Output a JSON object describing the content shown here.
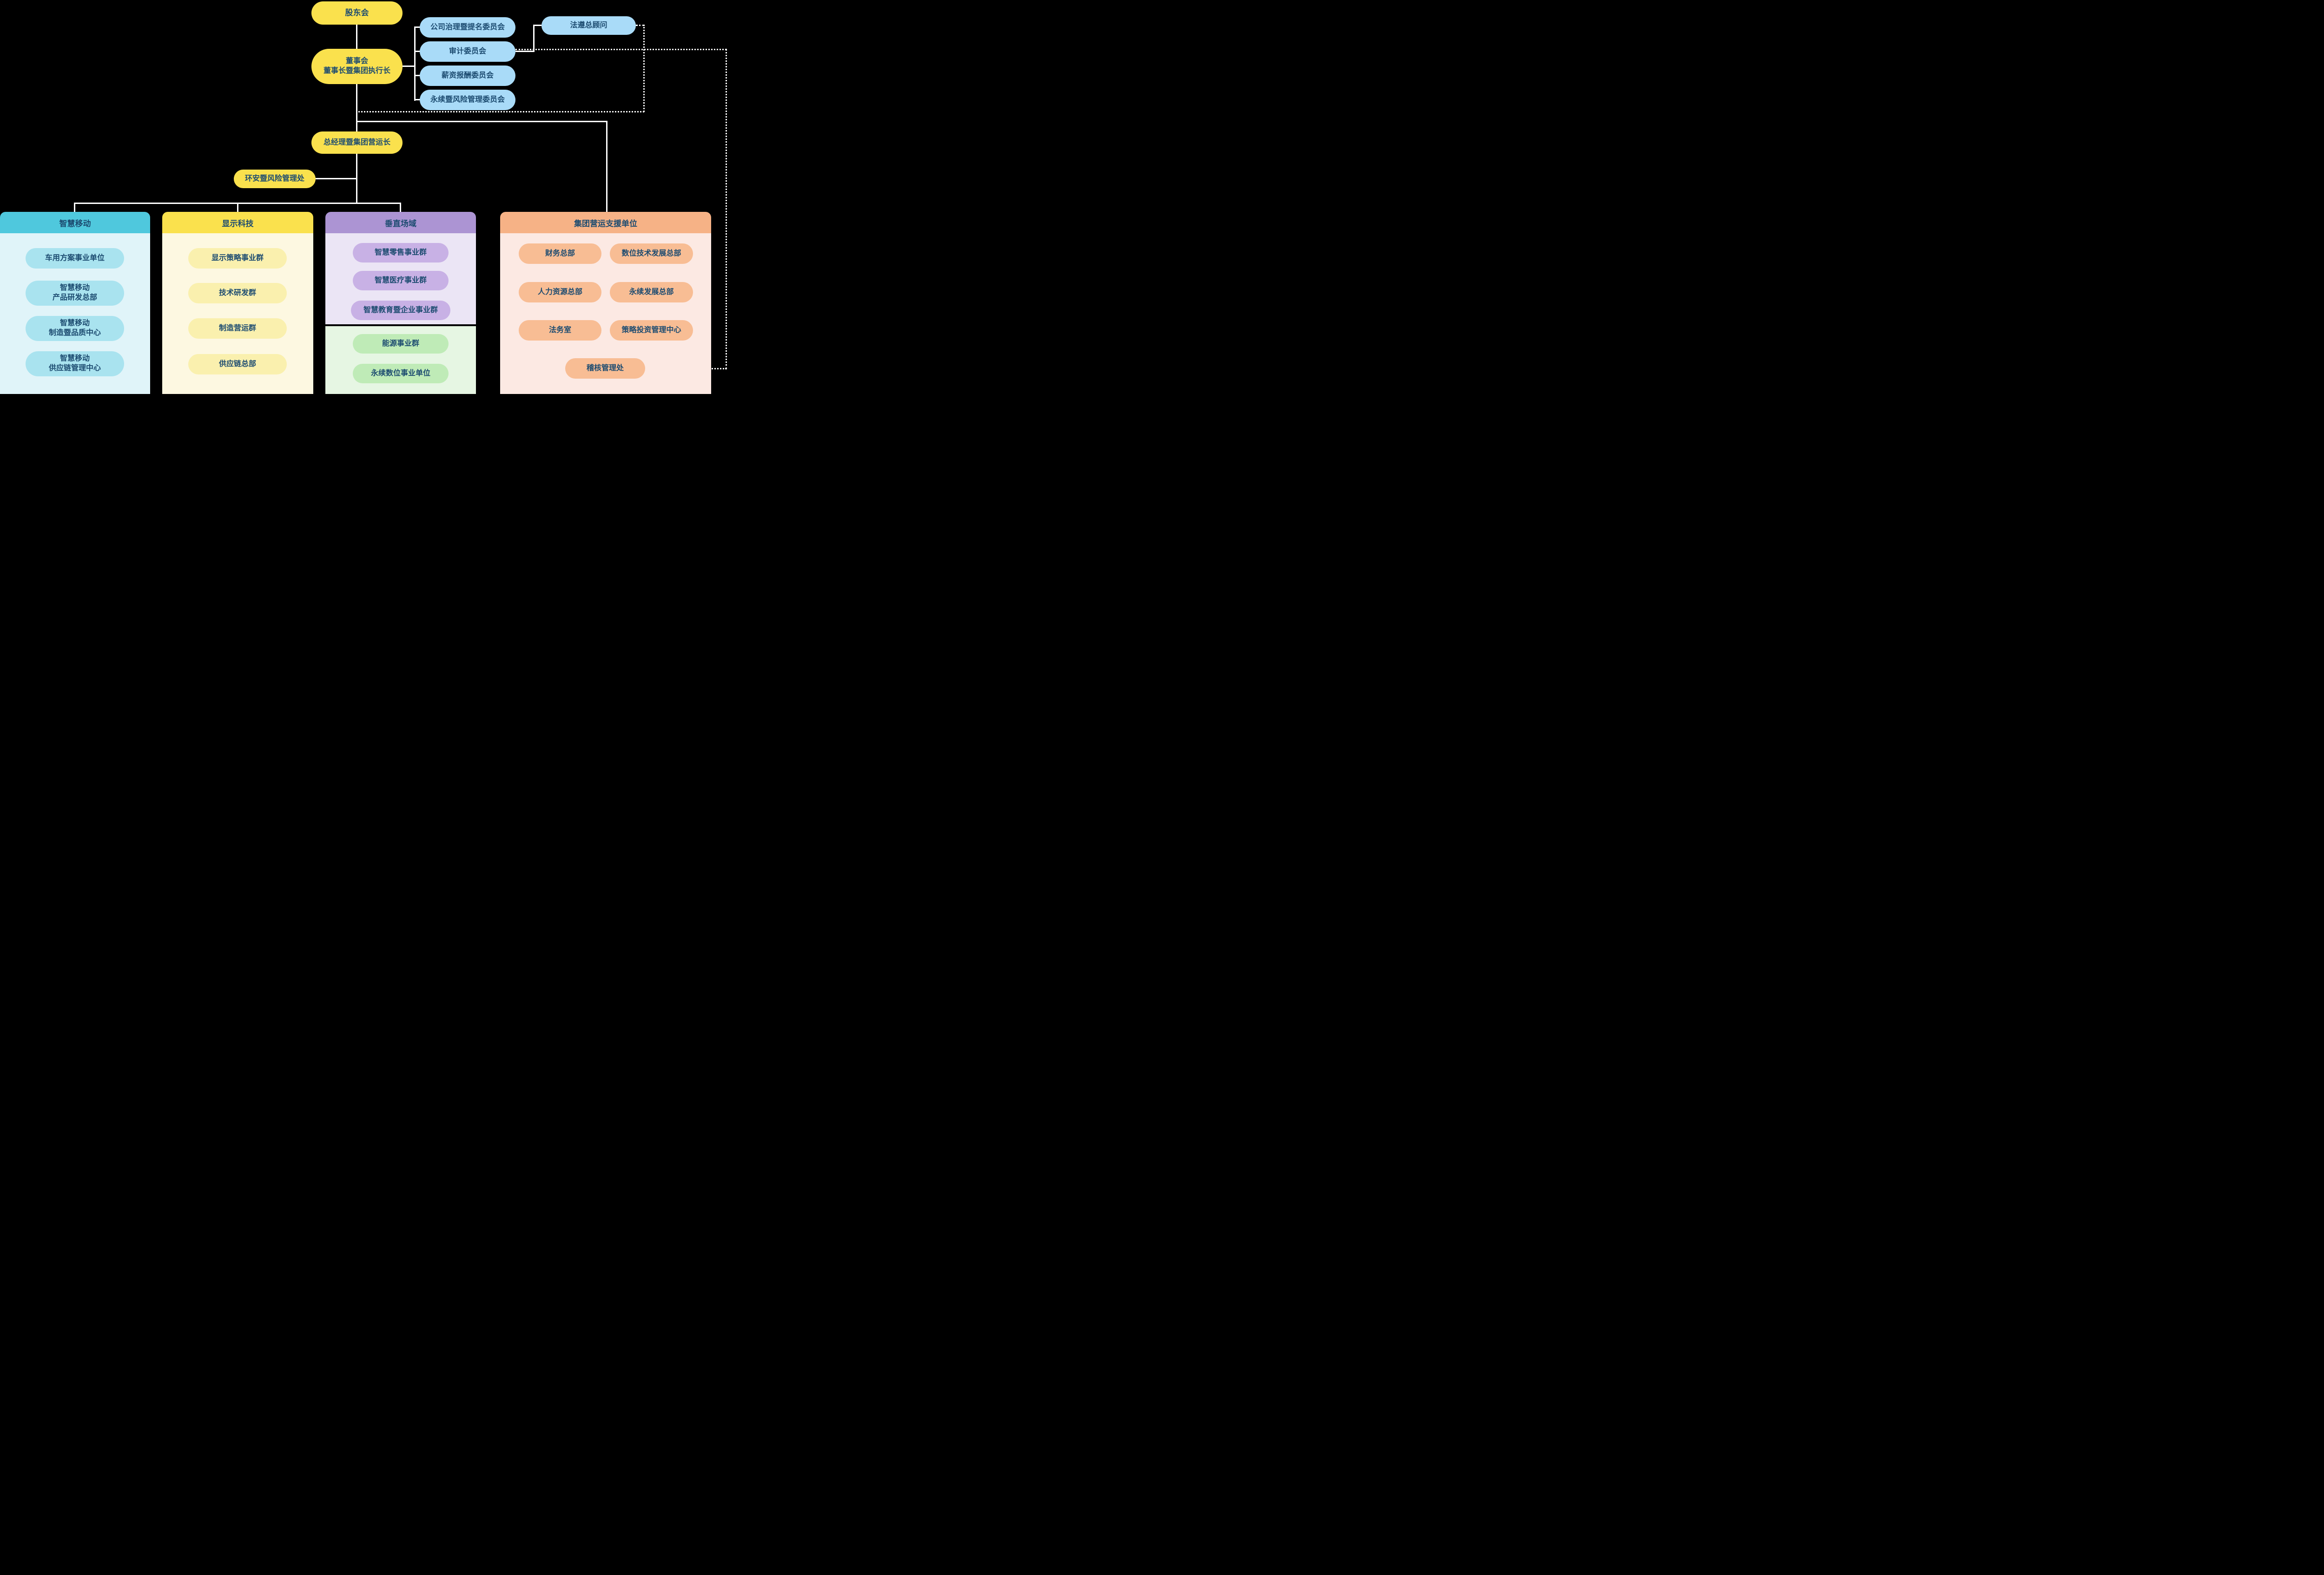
{
  "colors": {
    "background": "#000000",
    "executive_yellow": "#FAE14D",
    "committee_blue": "#A9DBF8",
    "mobility_teal": "#4FC8DD",
    "mobility_body": "#E0F4F9",
    "display_yellow": "#FAE14D",
    "display_body": "#FDF8E1",
    "vertical_purple": "#AC94D3",
    "vertical_body": "#EBE5F5",
    "energy_body": "#E6F6E3",
    "energy_green": "#BFEBB7",
    "support_orange": "#F6B286",
    "support_body": "#FCE9E3",
    "text_navy": "#1C4B70",
    "connector_white": "#FFFFFF"
  },
  "governance": {
    "shareholders": "股东会",
    "board": "董事会\n董事长暨集团执行长",
    "committees": [
      "公司治理暨提名委员会",
      "审计委员会",
      "薪资报酬委员会",
      "永续暨风险管理委员会"
    ],
    "compliance_advisor": "法遵总顾问",
    "president": "总经理暨集团营运长",
    "ehs_office": "环安暨风险管理处"
  },
  "groups": {
    "mobility": {
      "title": "智慧移动",
      "items": [
        "车用方案事业单位",
        "智慧移动\n产品研发总部",
        "智慧移动\n制造暨品质中心",
        "智慧移动\n供应链管理中心"
      ]
    },
    "display": {
      "title": "显示科技",
      "items": [
        "显示策略事业群",
        "技术研发群",
        "制造营运群",
        "供应链总部"
      ]
    },
    "vertical": {
      "title": "垂直场域",
      "purple_items": [
        "智慧零售事业群",
        "智慧医疗事业群",
        "智慧教育暨企业事业群"
      ],
      "green_items": [
        "能源事业群",
        "永续数位事业单位"
      ]
    },
    "support": {
      "title": "集团营运支援单位",
      "items": [
        "财务总部",
        "数位技术发展总部",
        "人力资源总部",
        "永续发展总部",
        "法务室",
        "策略投资管理中心",
        "稽核管理处"
      ]
    }
  }
}
